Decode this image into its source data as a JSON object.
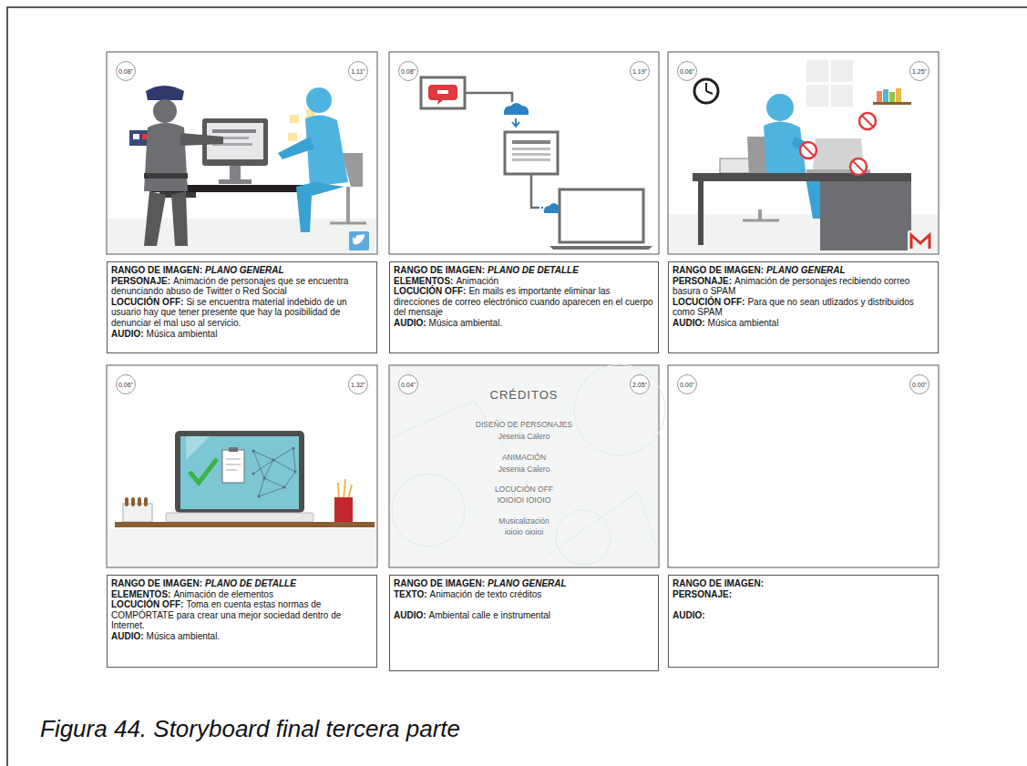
{
  "diagram": {
    "caption": "Figura 44. Storyboard final tercera parte",
    "nodes": [
      {
        "text": [
          "0.08\""
        ]
      },
      {
        "text": [
          "1.11\""
        ]
      },
      {
        "text": [
          "RANGO DE IMAGEN:",
          "PLANO GENERAL",
          "PERSONAJE:",
          "Animación de personajes que se encuentra denunciando abuso de Twitter o Red Social",
          "LOCUCIÓN OFF:",
          "Si se encuentra material indebido de un usuario hay que tener presente que hay la posibilidad de denunciar el mal uso al servicio.",
          "AUDIO:",
          "Música ambiental"
        ]
      },
      {
        "text": [
          "0.08\""
        ]
      },
      {
        "text": [
          "1.19\""
        ]
      },
      {
        "text": [
          "RANGO DE IMAGEN:",
          "PLANO DE DETALLE",
          "ELEMENTOS:",
          "Animación",
          "LOCUCIÓN OFF:",
          "En mails es importante eliminar las direcciones de correo electrónico cuando aparecen en el cuerpo del mensaje",
          "AUDIO:",
          "Música ambiental."
        ]
      },
      {
        "text": [
          "0.06\""
        ]
      },
      {
        "text": [
          "1.25\""
        ]
      },
      {
        "text": [
          "RANGO DE IMAGEN:",
          "PLANO GENERAL",
          "PERSONAJE:",
          "Animación de personajes recibiendo correo basura o SPAM",
          "LOCUCIÓN OFF:",
          "Para que no sean utlizados y distribuidos como SPAM",
          "AUDIO:",
          "Música ambiental"
        ]
      },
      {
        "text": [
          "0.06\""
        ]
      },
      {
        "text": [
          "1.32\""
        ]
      },
      {
        "text": [
          "RANGO DE IMAGEN:",
          "PLANO DE DETALLE",
          "ELEMENTOS:",
          "Animación de elementos",
          "LOCUCIÓN OFF:",
          "Toma en cuenta estas normas de COMPÓRTATE para crear una mejor sociedad dentro de Internet.",
          "AUDIO:",
          "Música ambiental."
        ]
      },
      {
        "text": [
          "0.04\""
        ]
      },
      {
        "text": [
          "2.05\""
        ]
      },
      {
        "text": [
          "RANGO DE IMAGEN:",
          "PLANO GENERAL",
          "TEXTO:",
          "Animación de texto créditos",
          "AUDIO:",
          "Ambiental calle e instrumental"
        ]
      },
      {
        "text": [
          "0.00\""
        ]
      },
      {
        "text": [
          "0.00\""
        ]
      },
      {
        "text": [
          "RANGO DE IMAGEN:",
          "PERSONAJE:",
          "AUDIO:"
        ]
      }
    ],
    "edges": [],
    "labels": [
      "CRÉDITOS",
      "DISEÑO DE PERSONAJES",
      "Jesenia Calero",
      "ANIMACIÓN",
      "Jesenia Calero",
      "LOCUCIÓN OFF",
      "IOIOIOI IOIOIO",
      "Musicalización",
      "ioioio oioioi"
    ]
  }
}
